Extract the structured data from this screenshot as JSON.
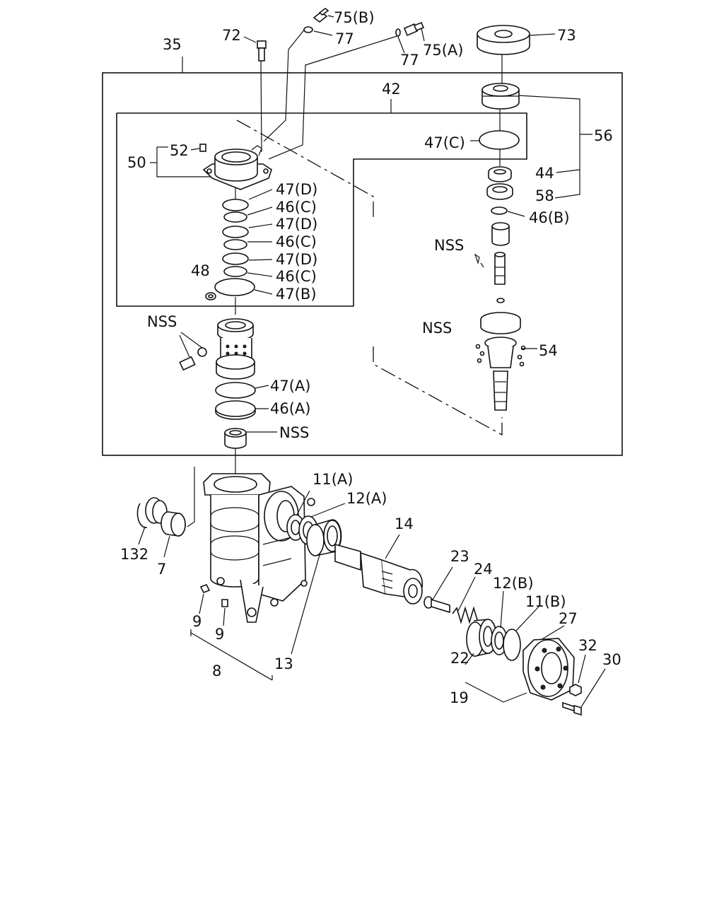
{
  "labels": {
    "p35": "35",
    "p72": "72",
    "p75b": "75(B)",
    "p77a": "77",
    "p77b": "77",
    "p75a": "75(A)",
    "p73": "73",
    "p42": "42",
    "p56": "56",
    "p47c": "47(C)",
    "p52": "52",
    "p50": "50",
    "p44": "44",
    "p58": "58",
    "p46b": "46(B)",
    "p47d1": "47(D)",
    "p46c1": "46(C)",
    "p47d2": "47(D)",
    "p46c2": "46(C)",
    "p47d3": "47(D)",
    "p46c3": "46(C)",
    "p47b": "47(B)",
    "p48": "48",
    "nss1": "NSS",
    "nss2": "NSS",
    "nss3": "NSS",
    "nss4": "NSS",
    "p54": "54",
    "p47a": "47(A)",
    "p46a": "46(A)",
    "p11a": "11(A)",
    "p12a": "12(A)",
    "p14": "14",
    "p132": "132",
    "p7": "7",
    "p23": "23",
    "p24": "24",
    "p12b": "12(B)",
    "p11b": "11(B)",
    "p27": "27",
    "p9a": "9",
    "p9b": "9",
    "p22": "22",
    "p32": "32",
    "p30": "30",
    "p13": "13",
    "p8": "8",
    "p19": "19"
  }
}
